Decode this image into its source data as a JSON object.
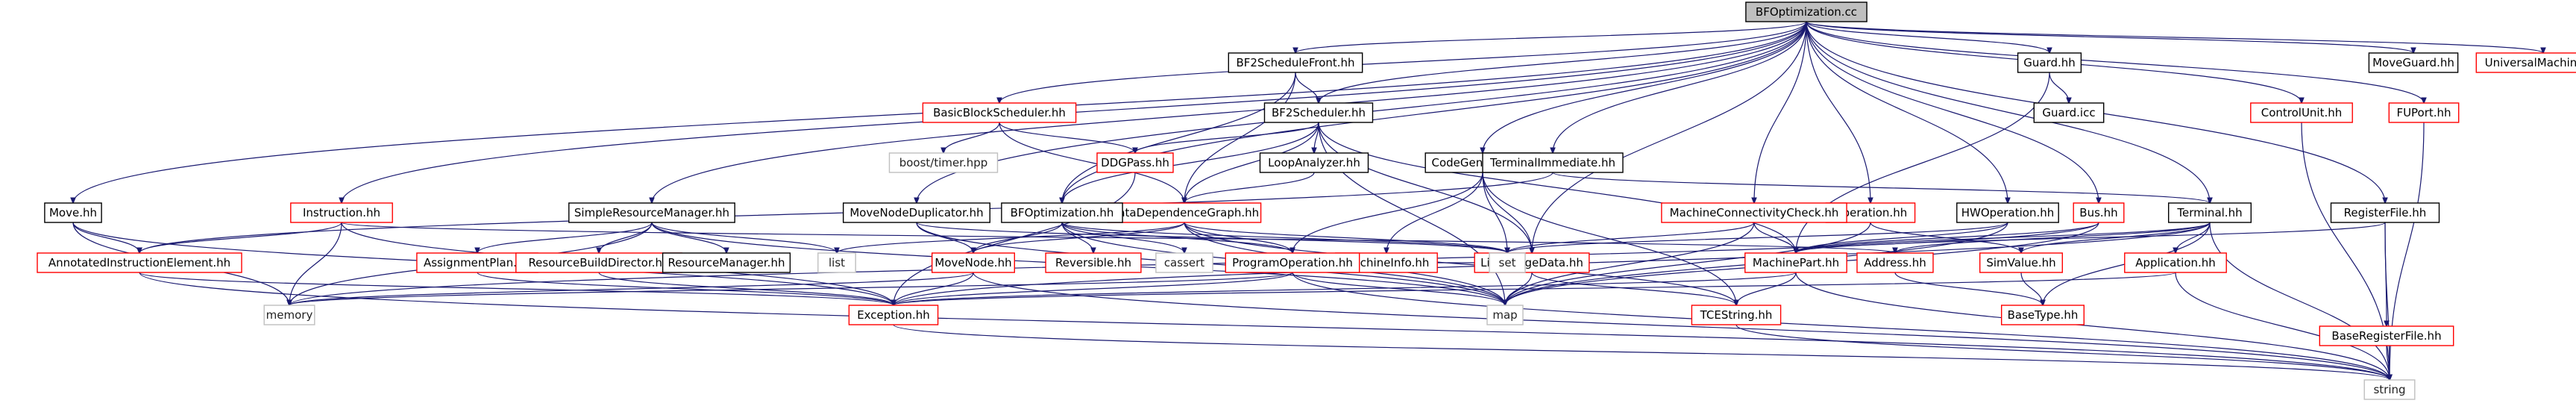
{
  "graph": {
    "colors": {
      "edge": "#191970",
      "node_border_documented": "#000000",
      "node_border_undocumented": "#ff0000",
      "node_border_external": "#bfbfbf",
      "root_fill": "#bfbfbf",
      "text_external": "#7f7f7f"
    },
    "nodes": [
      {
        "id": "root",
        "label": "BFOptimization.cc",
        "kind": "root"
      },
      {
        "id": "move",
        "label": "Move.hh",
        "kind": "doc"
      },
      {
        "id": "instr",
        "label": "Instruction.hh",
        "kind": "undoc"
      },
      {
        "id": "srm",
        "label": "SimpleResourceManager.hh",
        "kind": "doc"
      },
      {
        "id": "mnd",
        "label": "MoveNodeDuplicator.hh",
        "kind": "doc"
      },
      {
        "id": "bbs",
        "label": "BasicBlockScheduler.hh",
        "kind": "undoc"
      },
      {
        "id": "bf2sf",
        "label": "BF2ScheduleFront.hh",
        "kind": "doc"
      },
      {
        "id": "bf2s",
        "label": "BF2Scheduler.hh",
        "kind": "doc"
      },
      {
        "id": "cg",
        "label": "CodeGenerator.hh",
        "kind": "doc"
      },
      {
        "id": "ti",
        "label": "TerminalImmediate.hh",
        "kind": "doc"
      },
      {
        "id": "oper",
        "label": "Operation.hh",
        "kind": "undoc"
      },
      {
        "id": "hwop",
        "label": "HWOperation.hh",
        "kind": "doc"
      },
      {
        "id": "guard",
        "label": "Guard.hh",
        "kind": "doc"
      },
      {
        "id": "guardicc",
        "label": "Guard.icc",
        "kind": "doc"
      },
      {
        "id": "bus",
        "label": "Bus.hh",
        "kind": "undoc"
      },
      {
        "id": "term",
        "label": "Terminal.hh",
        "kind": "doc"
      },
      {
        "id": "mcc",
        "label": "MachineConnectivityCheck.hh",
        "kind": "undoc"
      },
      {
        "id": "regfile",
        "label": "RegisterFile.hh",
        "kind": "doc"
      },
      {
        "id": "cu",
        "label": "ControlUnit.hh",
        "kind": "undoc"
      },
      {
        "id": "fuport",
        "label": "FUPort.hh",
        "kind": "undoc"
      },
      {
        "id": "moveguard",
        "label": "MoveGuard.hh",
        "kind": "doc"
      },
      {
        "id": "um",
        "label": "UniversalMachine.hh",
        "kind": "undoc"
      },
      {
        "id": "boosttimer",
        "label": "boost/timer.hpp",
        "kind": "ext"
      },
      {
        "id": "ddgpass",
        "label": "DDGPass.hh",
        "kind": "undoc"
      },
      {
        "id": "looprep",
        "label": "LoopAnalyzer.hh",
        "kind": "doc"
      },
      {
        "id": "ddg",
        "label": "DataDependenceGraph.hh",
        "kind": "undoc"
      },
      {
        "id": "bfopt",
        "label": "BFOptimization.hh",
        "kind": "doc"
      },
      {
        "id": "minfo",
        "label": "MachineInfo.hh",
        "kind": "undoc"
      },
      {
        "id": "lrd",
        "label": "LiveRangeData.hh",
        "kind": "undoc"
      },
      {
        "id": "aie",
        "label": "AnnotatedInstructionElement.hh",
        "kind": "undoc"
      },
      {
        "id": "ap",
        "label": "AssignmentPlan.hh",
        "kind": "undoc"
      },
      {
        "id": "rbd",
        "label": "ResourceBuildDirector.hh",
        "kind": "undoc"
      },
      {
        "id": "rm",
        "label": "ResourceManager.hh",
        "kind": "doc"
      },
      {
        "id": "list",
        "label": "list",
        "kind": "ext"
      },
      {
        "id": "movenode",
        "label": "MoveNode.hh",
        "kind": "undoc"
      },
      {
        "id": "rev",
        "label": "Reversible.hh",
        "kind": "undoc"
      },
      {
        "id": "cassert",
        "label": "cassert",
        "kind": "ext"
      },
      {
        "id": "progop",
        "label": "ProgramOperation.hh",
        "kind": "undoc"
      },
      {
        "id": "set",
        "label": "set",
        "kind": "ext"
      },
      {
        "id": "mpart",
        "label": "MachinePart.hh",
        "kind": "undoc"
      },
      {
        "id": "addr",
        "label": "Address.hh",
        "kind": "undoc"
      },
      {
        "id": "simval",
        "label": "SimValue.hh",
        "kind": "undoc"
      },
      {
        "id": "app",
        "label": "Application.hh",
        "kind": "undoc"
      },
      {
        "id": "brf",
        "label": "BaseRegisterFile.hh",
        "kind": "undoc"
      },
      {
        "id": "memory",
        "label": "memory",
        "kind": "ext"
      },
      {
        "id": "exc",
        "label": "Exception.hh",
        "kind": "undoc"
      },
      {
        "id": "map",
        "label": "map",
        "kind": "ext"
      },
      {
        "id": "tces",
        "label": "TCEString.hh",
        "kind": "undoc"
      },
      {
        "id": "basetype",
        "label": "BaseType.hh",
        "kind": "undoc"
      },
      {
        "id": "string",
        "label": "string",
        "kind": "ext"
      }
    ],
    "edges": [
      [
        "root",
        "move"
      ],
      [
        "root",
        "instr"
      ],
      [
        "root",
        "srm"
      ],
      [
        "root",
        "mnd"
      ],
      [
        "root",
        "bbs"
      ],
      [
        "root",
        "bf2sf"
      ],
      [
        "root",
        "bf2s"
      ],
      [
        "root",
        "cg"
      ],
      [
        "root",
        "ti"
      ],
      [
        "root",
        "oper"
      ],
      [
        "root",
        "hwop"
      ],
      [
        "root",
        "guard"
      ],
      [
        "root",
        "bus"
      ],
      [
        "root",
        "term"
      ],
      [
        "root",
        "mcc"
      ],
      [
        "root",
        "regfile"
      ],
      [
        "root",
        "cu"
      ],
      [
        "root",
        "fuport"
      ],
      [
        "root",
        "moveguard"
      ],
      [
        "root",
        "um"
      ],
      [
        "root",
        "bfopt"
      ],
      [
        "root",
        "lrd"
      ],
      [
        "bbs",
        "boosttimer"
      ],
      [
        "bbs",
        "ddgpass"
      ],
      [
        "bbs",
        "ddg"
      ],
      [
        "bf2sf",
        "bf2s"
      ],
      [
        "bf2sf",
        "bfopt"
      ],
      [
        "bf2sf",
        "ddg"
      ],
      [
        "bf2s",
        "ddgpass"
      ],
      [
        "bf2s",
        "looprep"
      ],
      [
        "bf2s",
        "ddg"
      ],
      [
        "bf2s",
        "bfopt"
      ],
      [
        "bf2s",
        "mpart"
      ],
      [
        "bf2s",
        "map"
      ],
      [
        "bf2s",
        "lrd"
      ],
      [
        "looprep",
        "ddg"
      ],
      [
        "ddgpass",
        "exc"
      ],
      [
        "cg",
        "minfo"
      ],
      [
        "cg",
        "progop"
      ],
      [
        "cg",
        "set"
      ],
      [
        "cg",
        "tces"
      ],
      [
        "cg",
        "lrd"
      ],
      [
        "ti",
        "term"
      ],
      [
        "ti",
        "aie"
      ],
      [
        "move",
        "aie"
      ],
      [
        "move",
        "exc"
      ],
      [
        "move",
        "memory"
      ],
      [
        "instr",
        "aie"
      ],
      [
        "instr",
        "exc"
      ],
      [
        "instr",
        "memory"
      ],
      [
        "instr",
        "addr"
      ],
      [
        "srm",
        "ap"
      ],
      [
        "srm",
        "rbd"
      ],
      [
        "srm",
        "rm"
      ],
      [
        "srm",
        "list"
      ],
      [
        "srm",
        "map"
      ],
      [
        "srm",
        "memory"
      ],
      [
        "mnd",
        "movenode"
      ],
      [
        "mnd",
        "map"
      ],
      [
        "mnd",
        "set"
      ],
      [
        "bfopt",
        "movenode"
      ],
      [
        "bfopt",
        "rev"
      ],
      [
        "bfopt",
        "cassert"
      ],
      [
        "bfopt",
        "progop"
      ],
      [
        "bfopt",
        "set"
      ],
      [
        "bfopt",
        "map"
      ],
      [
        "ddg",
        "movenode"
      ],
      [
        "ddg",
        "progop"
      ],
      [
        "ddg",
        "set"
      ],
      [
        "ddg",
        "list"
      ],
      [
        "ddg",
        "tces"
      ],
      [
        "ddg",
        "map"
      ],
      [
        "minfo",
        "set"
      ],
      [
        "lrd",
        "set"
      ],
      [
        "lrd",
        "map"
      ],
      [
        "lrd",
        "tces"
      ],
      [
        "mcc",
        "mpart"
      ],
      [
        "mcc",
        "set"
      ],
      [
        "mcc",
        "map"
      ],
      [
        "oper",
        "simval"
      ],
      [
        "oper",
        "map"
      ],
      [
        "hwop",
        "mpart"
      ],
      [
        "hwop",
        "set"
      ],
      [
        "hwop",
        "map"
      ],
      [
        "guard",
        "mpart"
      ],
      [
        "guard",
        "guardicc"
      ],
      [
        "bus",
        "mpart"
      ],
      [
        "bus",
        "map"
      ],
      [
        "bus",
        "memory"
      ],
      [
        "term",
        "mpart"
      ],
      [
        "term",
        "addr"
      ],
      [
        "term",
        "simval"
      ],
      [
        "term",
        "app"
      ],
      [
        "term",
        "exc"
      ],
      [
        "term",
        "string"
      ],
      [
        "term",
        "basetype"
      ],
      [
        "regfile",
        "brf"
      ],
      [
        "regfile",
        "mpart"
      ],
      [
        "regfile",
        "string"
      ],
      [
        "cu",
        "string"
      ],
      [
        "fuport",
        "string"
      ],
      [
        "aie",
        "exc"
      ],
      [
        "aie",
        "string"
      ],
      [
        "ap",
        "exc"
      ],
      [
        "rbd",
        "exc"
      ],
      [
        "movenode",
        "exc"
      ],
      [
        "movenode",
        "memory"
      ],
      [
        "movenode",
        "string"
      ],
      [
        "progop",
        "exc"
      ],
      [
        "progop",
        "map"
      ],
      [
        "progop",
        "memory"
      ],
      [
        "progop",
        "string"
      ],
      [
        "mpart",
        "exc"
      ],
      [
        "mpart",
        "tces"
      ],
      [
        "mpart",
        "string"
      ],
      [
        "addr",
        "basetype"
      ],
      [
        "simval",
        "basetype"
      ],
      [
        "app",
        "exc"
      ],
      [
        "app",
        "string"
      ],
      [
        "brf",
        "string"
      ],
      [
        "exc",
        "string"
      ],
      [
        "tces",
        "string"
      ]
    ]
  }
}
